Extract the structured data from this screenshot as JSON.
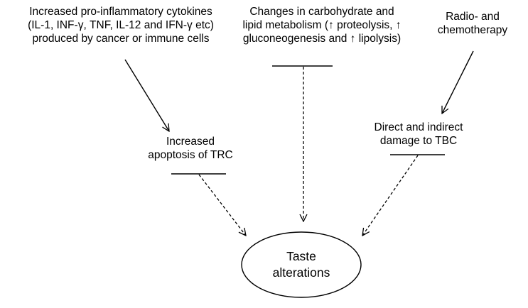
{
  "nodes": {
    "cytokines": {
      "lines": [
        "Increased pro-inflammatory cytokines",
        "(IL-1, INF-γ, TNF, IL-12 and IFN-γ etc)",
        "produced by cancer or immune cells"
      ]
    },
    "metabolism": {
      "lines": [
        "Changes in carbohydrate and",
        "lipid metabolism (↑ proteolysis, ↑",
        "gluconeogenesis and ↑ lipolysis)"
      ]
    },
    "radio": {
      "lines": [
        "Radio- and",
        "chemotherapy"
      ]
    },
    "apoptosis": {
      "lines": [
        "Increased",
        "apoptosis of TRC"
      ]
    },
    "damage": {
      "lines": [
        "Direct and indirect",
        "damage to TBC"
      ]
    },
    "taste": {
      "lines": [
        "Taste",
        "alterations"
      ]
    }
  },
  "colors": {
    "line": "#000000",
    "background": "#ffffff"
  }
}
